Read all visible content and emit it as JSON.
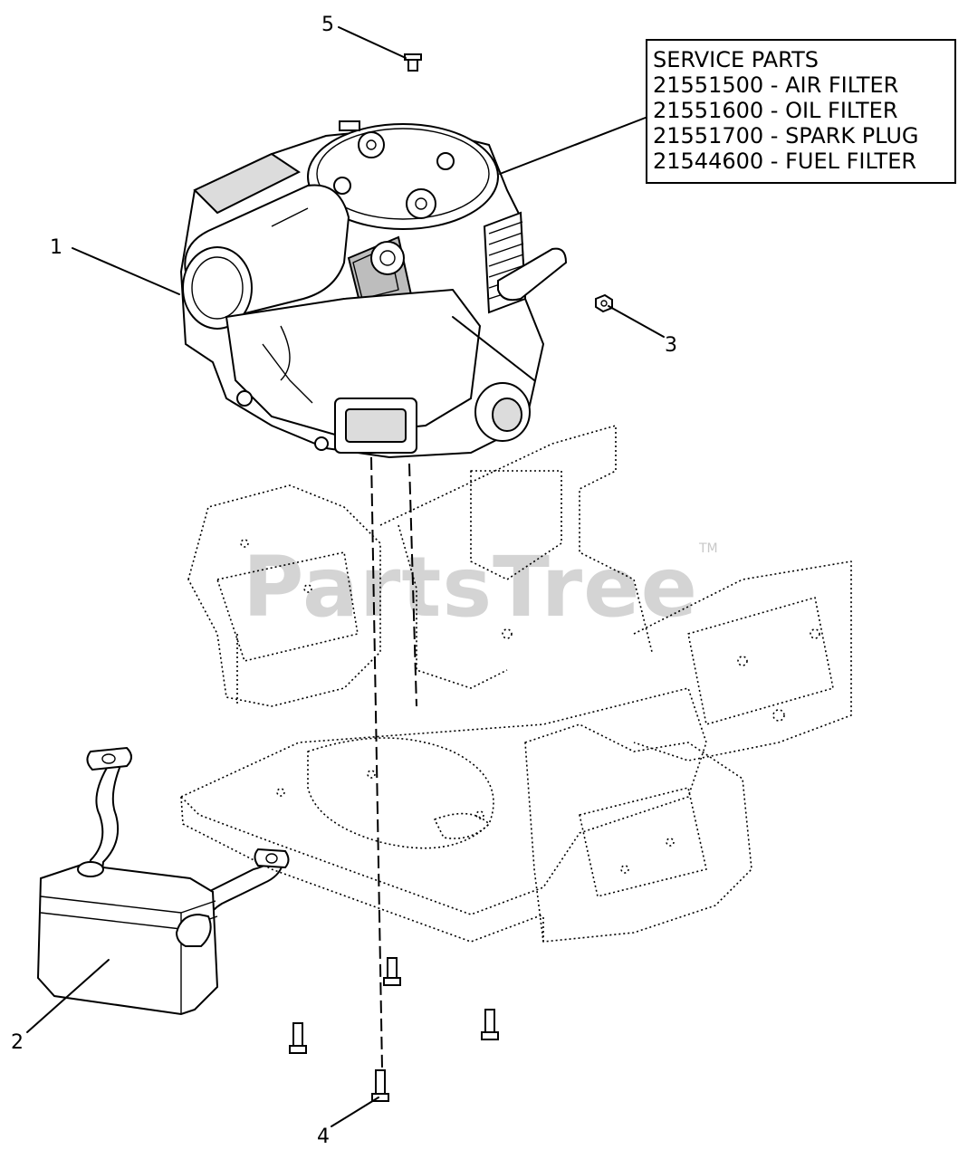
{
  "watermark": {
    "text": "PartsTree",
    "trademark": "TM"
  },
  "service_parts": {
    "title": "SERVICE PARTS",
    "items": [
      "21551500 - AIR FILTER",
      "21551600 - OIL FILTER",
      "21551700 - SPARK PLUG",
      "21544600 - FUEL FILTER"
    ]
  },
  "callouts": {
    "c1": "1",
    "c2": "2",
    "c3": "3",
    "c4": "4",
    "c5": "5"
  }
}
